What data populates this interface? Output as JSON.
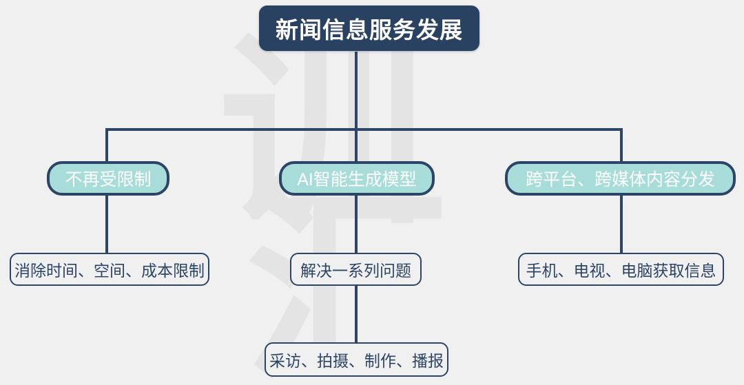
{
  "diagram": {
    "type": "org-tree",
    "background_color": "#f0f0f0",
    "accent_navy": "#2c4465",
    "accent_teal": "#a8dcd8",
    "root": {
      "label": "新闻信息服务发展"
    },
    "branches": [
      {
        "label": "不再受限制",
        "children": [
          {
            "label": "消除时间、空间、成本限制"
          }
        ]
      },
      {
        "label": "AI智能生成模型",
        "children": [
          {
            "label": "解决一系列问题"
          },
          {
            "label": "采访、拍摄、制作、播报"
          }
        ]
      },
      {
        "label": "跨平台、跨媒体内容分发",
        "children": [
          {
            "label": "手机、电视、电脑获取信息"
          }
        ]
      }
    ],
    "watermark": {
      "char_a": "训",
      "char_b": "汇",
      "color": "#e4e4e4"
    }
  }
}
